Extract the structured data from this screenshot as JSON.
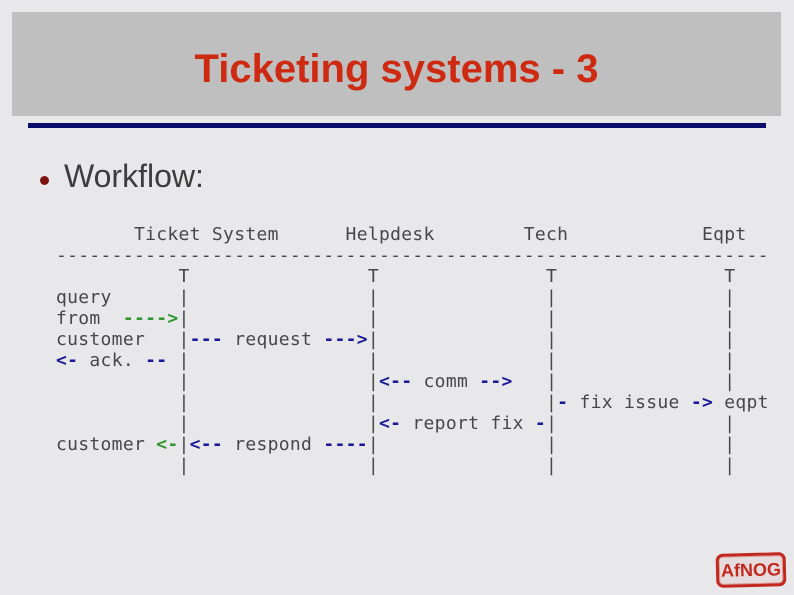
{
  "slide": {
    "title": "Ticketing systems - 3",
    "bullet_label": "Workflow:"
  },
  "colors": {
    "background": "#e8e8ea",
    "title_band": "#bfbfbf",
    "title_text": "#ce2a12",
    "underline": "#0b0b6e",
    "bullet_dot": "#7c1212",
    "body_text": "#3d3d3d",
    "ascii_default": "#474747",
    "ascii_blue": "#1a1a99",
    "ascii_green": "#2e962e",
    "logo_red": "#c2281e"
  },
  "diagram": {
    "columns": [
      "Ticket System",
      "Helpdesk",
      "Tech",
      "Eqpt"
    ],
    "lines": [
      [
        {
          "t": "       Ticket System      Helpdesk        Tech            Eqpt",
          "c": "d"
        }
      ],
      [
        {
          "t": "----------------------------------------------------------------",
          "c": "d"
        }
      ],
      [
        {
          "t": "           T                T               T               T",
          "c": "d"
        }
      ],
      [
        {
          "t": "query      |                |               |               |",
          "c": "d"
        }
      ],
      [
        {
          "t": "from  ",
          "c": "d"
        },
        {
          "t": "---->",
          "c": "g"
        },
        {
          "t": "|                |               |               |",
          "c": "d"
        }
      ],
      [
        {
          "t": "customer   |",
          "c": "d"
        },
        {
          "t": "---",
          "c": "b"
        },
        {
          "t": " request ",
          "c": "d"
        },
        {
          "t": "--->",
          "c": "b"
        },
        {
          "t": "|               |               |",
          "c": "d"
        }
      ],
      [
        {
          "t": "<-",
          "c": "b"
        },
        {
          "t": " ack. ",
          "c": "d"
        },
        {
          "t": "--",
          "c": "b"
        },
        {
          "t": " |                |               |               |",
          "c": "d"
        }
      ],
      [
        {
          "t": "           |                |",
          "c": "d"
        },
        {
          "t": "<--",
          "c": "b"
        },
        {
          "t": " comm ",
          "c": "d"
        },
        {
          "t": "-->",
          "c": "b"
        },
        {
          "t": "   |               |",
          "c": "d"
        }
      ],
      [
        {
          "t": "           |                |               |",
          "c": "d"
        },
        {
          "t": "-",
          "c": "b"
        },
        {
          "t": " fix issue ",
          "c": "d"
        },
        {
          "t": "->",
          "c": "b"
        },
        {
          "t": " eqpt",
          "c": "d"
        }
      ],
      [
        {
          "t": "           |                |",
          "c": "d"
        },
        {
          "t": "<-",
          "c": "b"
        },
        {
          "t": " report fix ",
          "c": "d"
        },
        {
          "t": "-",
          "c": "b"
        },
        {
          "t": "|               |",
          "c": "d"
        }
      ],
      [
        {
          "t": "customer ",
          "c": "d"
        },
        {
          "t": "<-",
          "c": "g"
        },
        {
          "t": "|",
          "c": "d"
        },
        {
          "t": "<--",
          "c": "b"
        },
        {
          "t": " respond ",
          "c": "d"
        },
        {
          "t": "----",
          "c": "b"
        },
        {
          "t": "|               |               |",
          "c": "d"
        }
      ],
      [
        {
          "t": "           |                |               |               |",
          "c": "d"
        }
      ]
    ]
  },
  "logo": {
    "text": "AfNOG"
  }
}
